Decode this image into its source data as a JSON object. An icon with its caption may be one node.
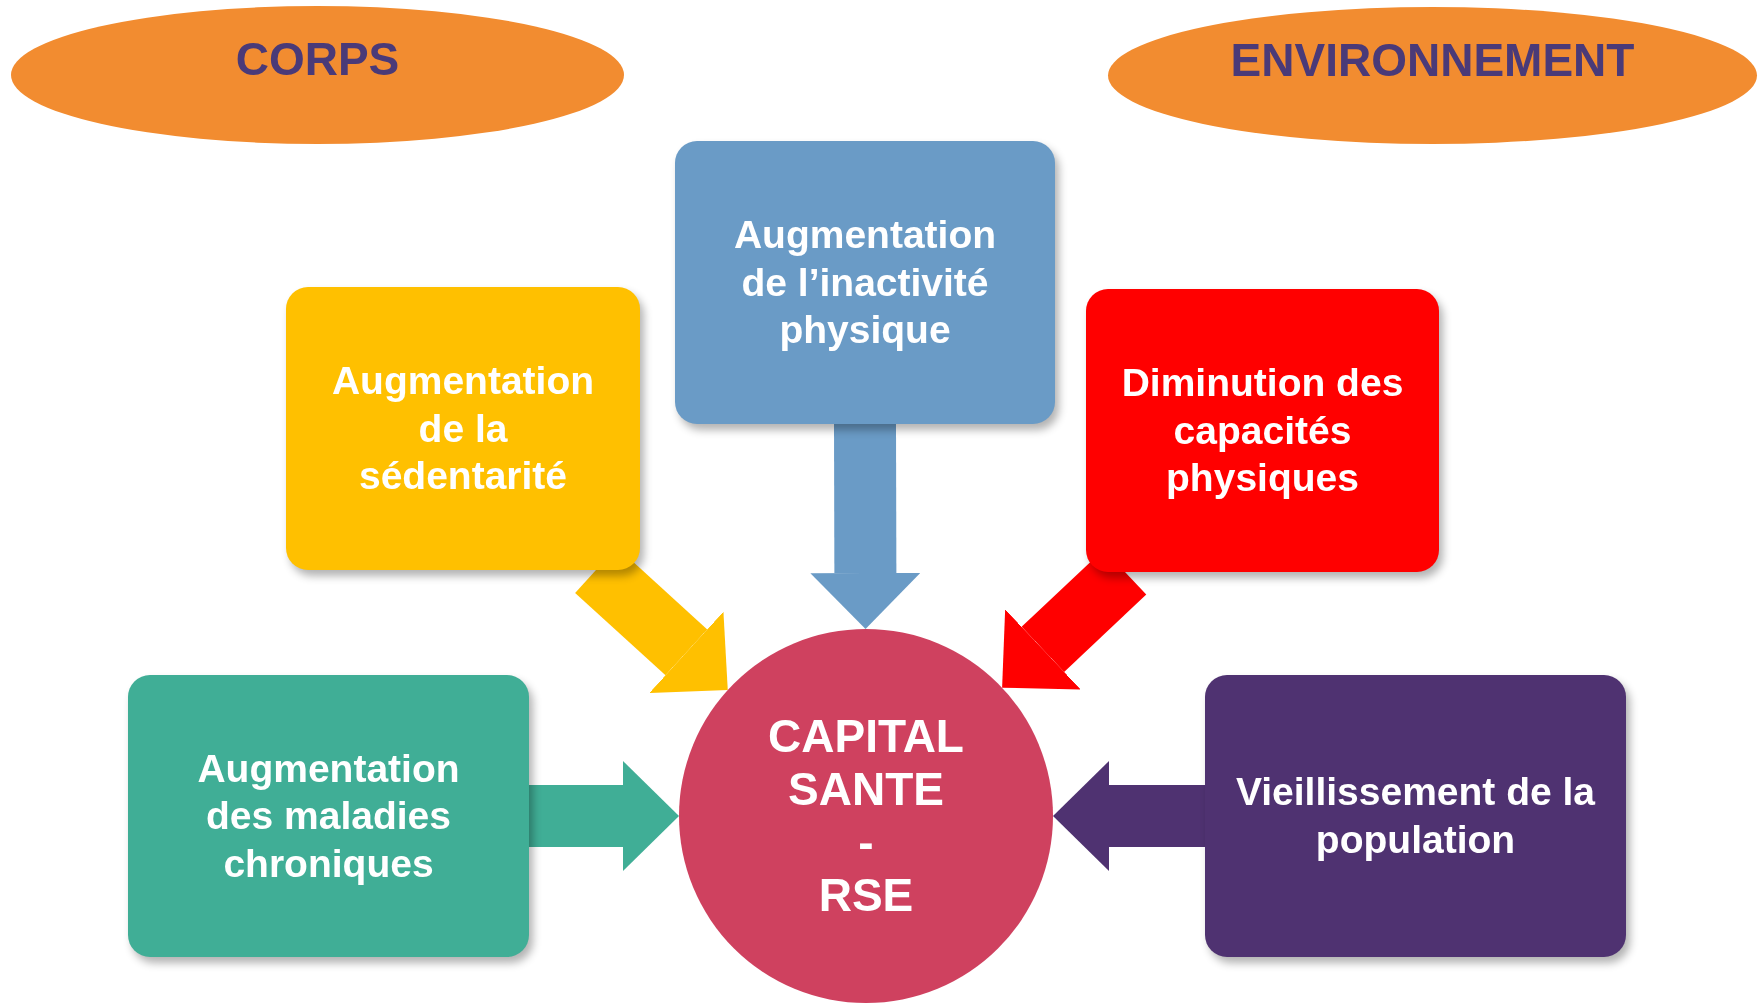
{
  "diagram": {
    "nodes": [
      {
        "text": [
          "CORPS"
        ]
      },
      {
        "text": [
          "ENVIRONNEMENT"
        ]
      },
      {
        "text": [
          "Augmentation de l’inactivité physique"
        ]
      },
      {
        "text": [
          "Augmentation de la sédentarité"
        ]
      },
      {
        "text": [
          "Diminution des capacités physiques"
        ]
      },
      {
        "text": [
          "Augmentation des maladies chroniques"
        ]
      },
      {
        "text": [
          "Vieillissement de la population"
        ]
      },
      {
        "text": [
          "CAPITAL SANTE",
          "-",
          "RSE"
        ]
      }
    ],
    "edges": [
      {
        "from": 2,
        "to": 7,
        "arrow": "to",
        "color": "#6a9bc6"
      },
      {
        "from": 3,
        "to": 7,
        "arrow": "to",
        "color": "#ffc000"
      },
      {
        "from": 4,
        "to": 7,
        "arrow": "to",
        "color": "#ff0000"
      },
      {
        "from": 5,
        "to": 7,
        "arrow": "to",
        "color": "#40ae96"
      },
      {
        "from": 6,
        "to": 7,
        "arrow": "to",
        "color": "#4f3271"
      }
    ]
  }
}
